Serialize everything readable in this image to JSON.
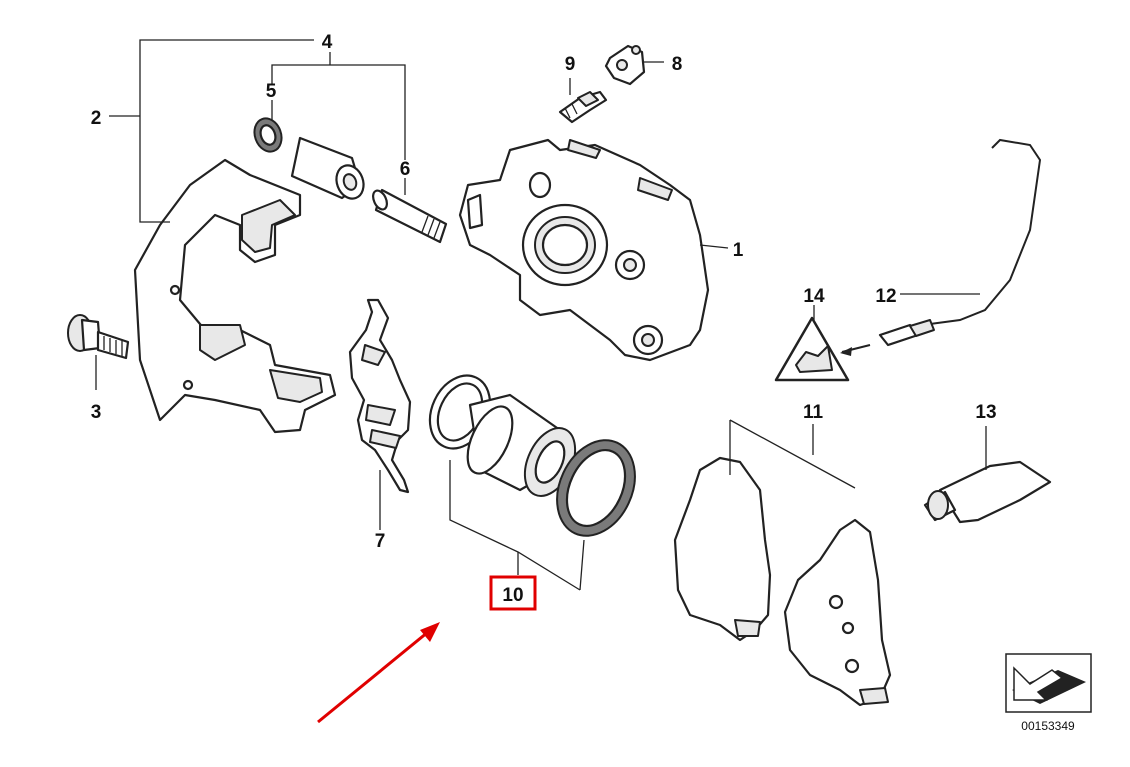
{
  "callouts": {
    "c1": "1",
    "c2": "2",
    "c3": "3",
    "c4": "4",
    "c5": "5",
    "c6": "6",
    "c7": "7",
    "c8": "8",
    "c9": "9",
    "c10": "10",
    "c11": "11",
    "c12": "12",
    "c13": "13",
    "c14": "14"
  },
  "highlight": {
    "callout": "10",
    "box_color": "#e00000",
    "arrow_color": "#e00000"
  },
  "document_number": "00153349",
  "icons": [
    "caliper-icon",
    "carrier-bracket-icon",
    "bolt-icon",
    "guide-bushing-icon",
    "guide-pin-icon",
    "anti-rattle-spring-icon",
    "bleeder-screw-icon",
    "dust-cap-icon",
    "piston-repair-kit-icon",
    "brake-pad-icon",
    "wear-sensor-icon",
    "grease-tube-icon",
    "warning-triangle-icon",
    "view-direction-icon"
  ]
}
